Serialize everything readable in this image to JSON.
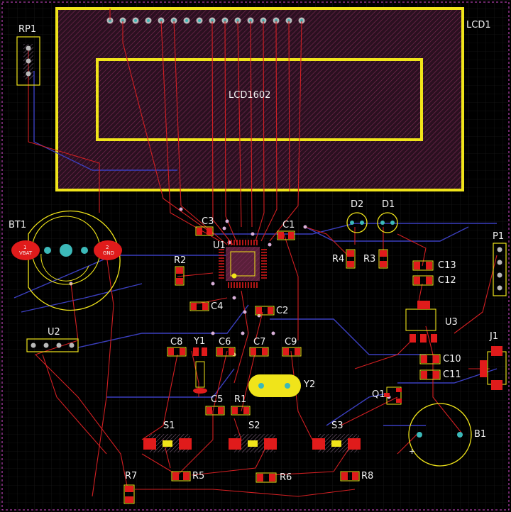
{
  "labels": {
    "LCD1": "LCD1",
    "LCD1602": "LCD1602",
    "RP1": "RP1",
    "BT1": "BT1",
    "VBAT": "VBAT",
    "GND": "GND",
    "pin1": "1",
    "pin2": "2",
    "C3": "C3",
    "C1": "C1",
    "U1": "U1",
    "R2": "R2",
    "C4": "C4",
    "C2": "C2",
    "D2": "D2",
    "D1": "D1",
    "R4": "R4",
    "R3": "R3",
    "P1": "P1",
    "C13": "C13",
    "C12": "C12",
    "U3": "U3",
    "J1": "J1",
    "U2": "U2",
    "C8": "C8",
    "Y1": "Y1",
    "C6": "C6",
    "C7": "C7",
    "C9": "C9",
    "Y2": "Y2",
    "C10": "C10",
    "C11": "C11",
    "Q1": "Q1",
    "C5": "C5",
    "R1": "R1",
    "S1": "S1",
    "S2": "S2",
    "S3": "S3",
    "B1": "B1",
    "plus": "+",
    "R7": "R7",
    "R5": "R5",
    "R6": "R6",
    "R8": "R8"
  },
  "colors": {
    "background": "#000000",
    "top_copper": "#d21f22",
    "bottom_copper": "#3b3fbf",
    "silkscreen": "#f0e41a",
    "text": "#f2f2f2",
    "pad": "#ff1a1a",
    "drill": "#3cb9b9",
    "outline": "#d74dd0"
  }
}
